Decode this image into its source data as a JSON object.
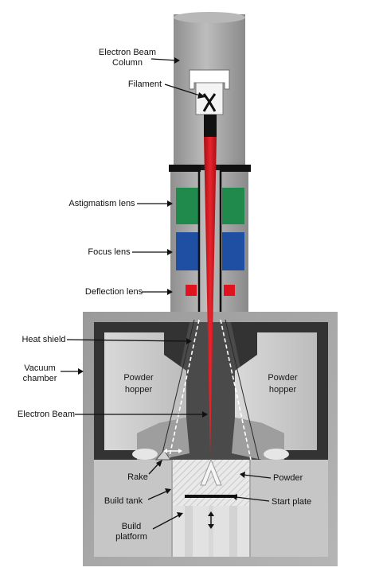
{
  "labels": {
    "column_l1": "Electron Beam",
    "column_l2": "Column",
    "filament": "Filament",
    "astigmatism": "Astigmatism lens",
    "focus": "Focus lens",
    "deflection": "Deflection lens",
    "heat_shield": "Heat shield",
    "vacuum_l1": "Vacuum",
    "vacuum_l2": "chamber",
    "electron_beam": "Electron Beam",
    "rake": "Rake",
    "build_tank": "Build tank",
    "platform_l1": "Build",
    "platform_l2": "platform",
    "powder": "Powder",
    "start_plate": "Start plate",
    "hopper_left_l1": "Powder",
    "hopper_left_l2": "hopper",
    "hopper_right_l1": "Powder",
    "hopper_right_l2": "hopper"
  },
  "colors": {
    "beam": "#d8141e",
    "astigmatism_lens": "#1f8a4c",
    "focus_lens": "#1e4fa3",
    "deflection_lens": "#e0141e",
    "column_grey": "#a8a8a8",
    "chamber_dark": "#3a3a3a"
  }
}
